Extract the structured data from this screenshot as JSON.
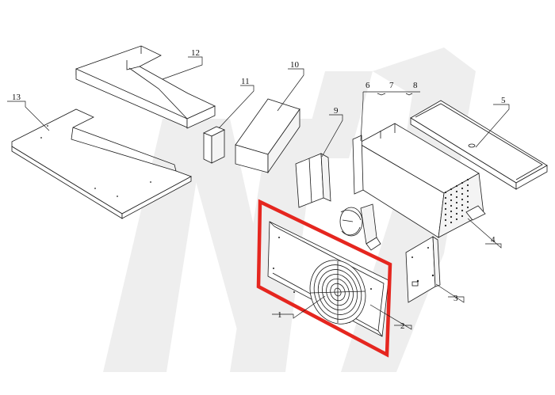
{
  "colors": {
    "highlight": "#e5261f",
    "watermark": "#eeeeee",
    "line": "#1a1a1a"
  },
  "labels": {
    "p1": "1",
    "p2": "2",
    "p3": "3",
    "p4": "4",
    "p5": "5",
    "p6": "6",
    "p7": "7",
    "p8": "8",
    "p9": "9",
    "p10": "10",
    "p11": "11",
    "p12": "12",
    "p13": "13"
  },
  "watermark_letters": "M"
}
